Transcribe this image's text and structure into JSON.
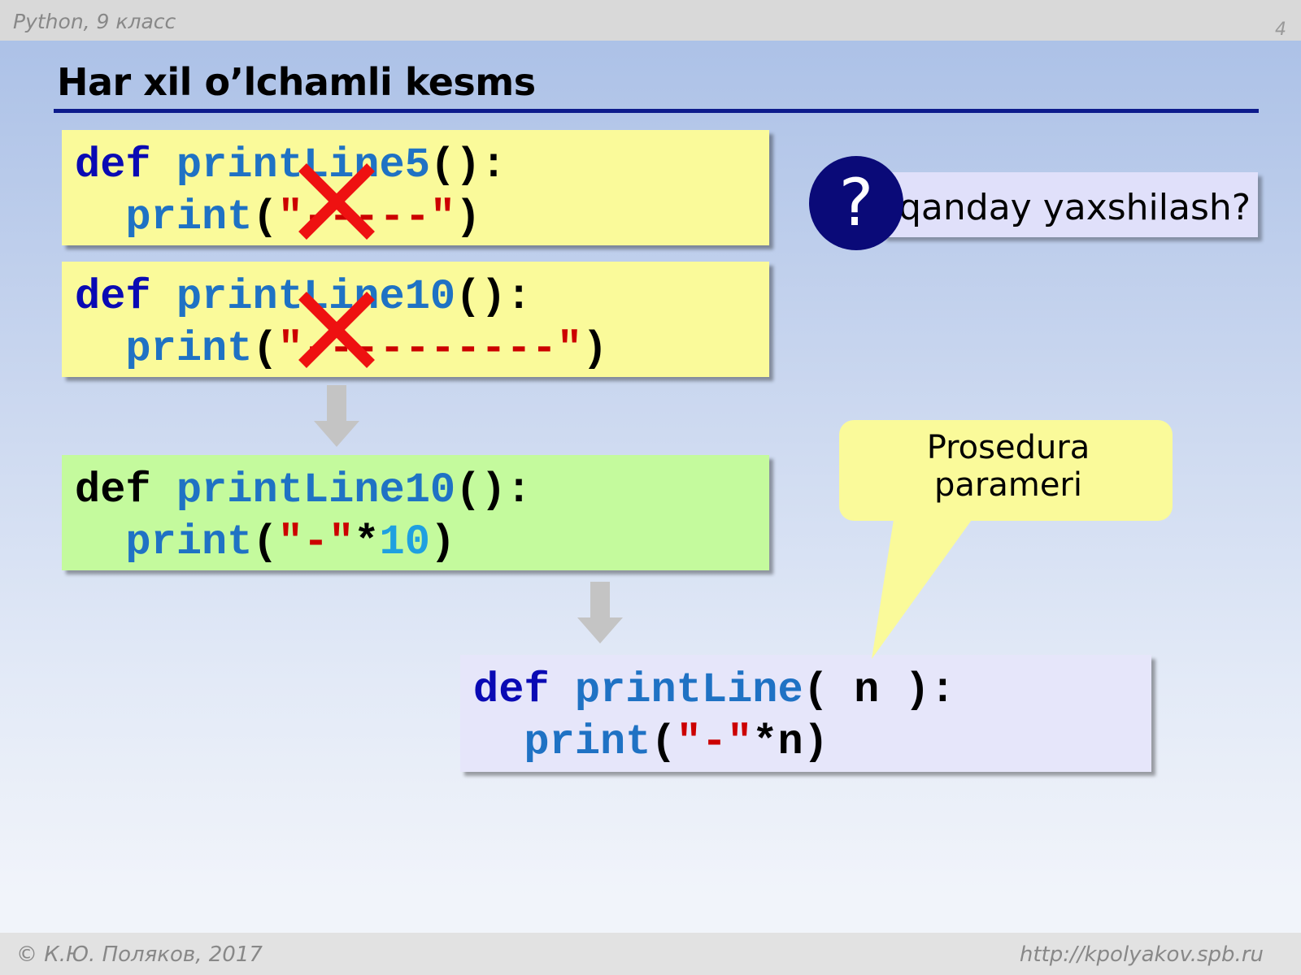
{
  "header": {
    "course": "Python, 9 класс",
    "page_number": "4"
  },
  "slide": {
    "title": "Har xil o’lchamli kesms"
  },
  "blocks": {
    "line5": {
      "l1": {
        "def": "def",
        "name": "printLine5",
        "tail": "():"
      },
      "l2": {
        "print": "print",
        "open": "(",
        "str": "\"-----\"",
        "close": ")"
      }
    },
    "line10": {
      "l1": {
        "def": "def",
        "name": "printLine10",
        "tail": "():"
      },
      "l2": {
        "print": "print",
        "open": "(",
        "str": "\"----------\"",
        "close": ")"
      }
    },
    "improved": {
      "l1": {
        "def": "def",
        "name": "printLine10",
        "tail": "():"
      },
      "l2": {
        "print": "print",
        "open": "(",
        "str": "\"-\"",
        "mul": "*",
        "num": "10",
        "close": ")"
      }
    },
    "final": {
      "l1": {
        "def": "def",
        "name": "printLine",
        "tail": "( n ):"
      },
      "l2": {
        "print": "print",
        "open": "(",
        "str": "\"-\"",
        "mul": "*n",
        "close": ")"
      }
    }
  },
  "question": {
    "mark": "?",
    "text": "qanday yaxshilash?"
  },
  "callout": {
    "line1": "Prosedura",
    "line2": "parameri"
  },
  "footer": {
    "author": "© К.Ю. Поляков, 2017",
    "url": "http://kpolyakov.spb.ru"
  },
  "colors": {
    "title_rule": "#0d1b8c",
    "keyword": "#0a0ab4",
    "function": "#1f72c4",
    "string": "#cc0000",
    "number": "#1fa0e0",
    "cross": "#ee1111",
    "question_circle": "#0a0a78"
  }
}
